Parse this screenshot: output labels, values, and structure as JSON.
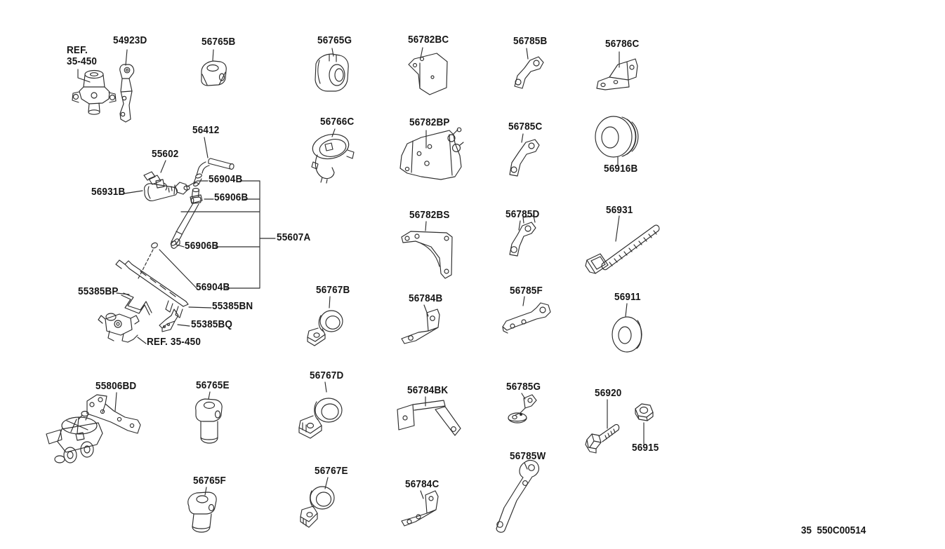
{
  "diagram": {
    "footer_code": "35  550C00514",
    "colors": {
      "background": "#ffffff",
      "line": "#2d2d2d",
      "label": "#151515"
    },
    "parts": [
      {
        "id": "ref-35-450-top",
        "label": "REF.\n35-450"
      },
      {
        "id": "54923D",
        "label": "54923D"
      },
      {
        "id": "56765B",
        "label": "56765B"
      },
      {
        "id": "56765G",
        "label": "56765G"
      },
      {
        "id": "56782BC",
        "label": "56782BC"
      },
      {
        "id": "56785B",
        "label": "56785B"
      },
      {
        "id": "56786C",
        "label": "56786C"
      },
      {
        "id": "56412",
        "label": "56412"
      },
      {
        "id": "56766C",
        "label": "56766C"
      },
      {
        "id": "56782BP",
        "label": "56782BP"
      },
      {
        "id": "56785C",
        "label": "56785C"
      },
      {
        "id": "56916B",
        "label": "56916B"
      },
      {
        "id": "55602",
        "label": "55602"
      },
      {
        "id": "56931B",
        "label": "56931B"
      },
      {
        "id": "56904B-upper",
        "label": "56904B"
      },
      {
        "id": "56906B-upper",
        "label": "56906B"
      },
      {
        "id": "55607A",
        "label": "55607A"
      },
      {
        "id": "56906B-lower",
        "label": "56906B"
      },
      {
        "id": "56904B-lower",
        "label": "56904B"
      },
      {
        "id": "55385BP",
        "label": "55385BP"
      },
      {
        "id": "55385BN",
        "label": "55385BN"
      },
      {
        "id": "55385BQ",
        "label": "55385BQ"
      },
      {
        "id": "ref-35-450-bottom",
        "label": "REF. 35-450"
      },
      {
        "id": "56782BS",
        "label": "56782BS"
      },
      {
        "id": "56785D",
        "label": "56785D"
      },
      {
        "id": "56931",
        "label": "56931"
      },
      {
        "id": "56767B",
        "label": "56767B"
      },
      {
        "id": "56784B",
        "label": "56784B"
      },
      {
        "id": "56785F",
        "label": "56785F"
      },
      {
        "id": "56911",
        "label": "56911"
      },
      {
        "id": "55806BD",
        "label": "55806BD"
      },
      {
        "id": "56765E",
        "label": "56765E"
      },
      {
        "id": "56767D",
        "label": "56767D"
      },
      {
        "id": "56784BK",
        "label": "56784BK"
      },
      {
        "id": "56785G",
        "label": "56785G"
      },
      {
        "id": "56920",
        "label": "56920"
      },
      {
        "id": "56915",
        "label": "56915"
      },
      {
        "id": "56765F",
        "label": "56765F"
      },
      {
        "id": "56767E",
        "label": "56767E"
      },
      {
        "id": "56784C",
        "label": "56784C"
      },
      {
        "id": "56785W",
        "label": "56785W"
      }
    ]
  }
}
